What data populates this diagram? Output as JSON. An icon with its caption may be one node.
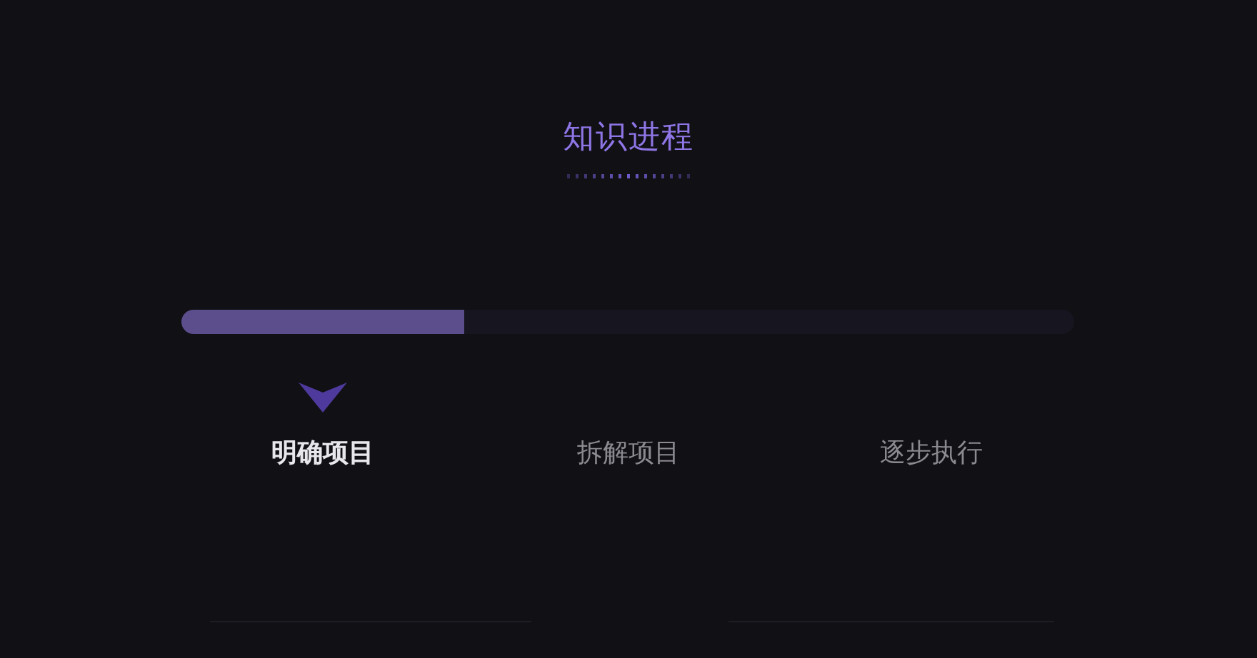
{
  "diagram": {
    "title": "知识进程",
    "labels": [
      "明确项目",
      "拆解项目",
      "逐步执行"
    ]
  }
}
